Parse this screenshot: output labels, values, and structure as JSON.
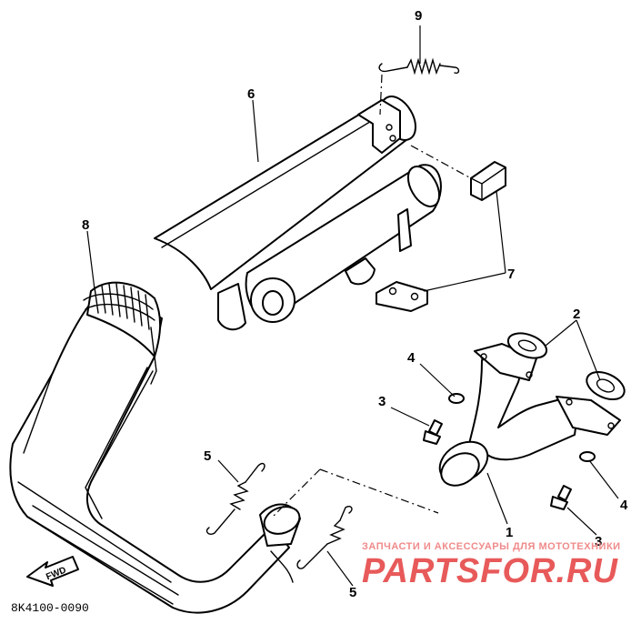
{
  "callouts": {
    "c1": "1",
    "c2": "2",
    "c3a": "3",
    "c3b": "3",
    "c4a": "4",
    "c4b": "4",
    "c5a": "5",
    "c5b": "5",
    "c6": "6",
    "c7": "7",
    "c8": "8",
    "c9": "9"
  },
  "fwd_label": "FWD",
  "drawing_code": "8K4100-0090",
  "watermark": {
    "line": "ЗАПЧАСТИ И АКСЕССУАРЫ ДЛЯ МОТОТЕХНИКИ",
    "logo": "PARTSFOR.RU"
  }
}
